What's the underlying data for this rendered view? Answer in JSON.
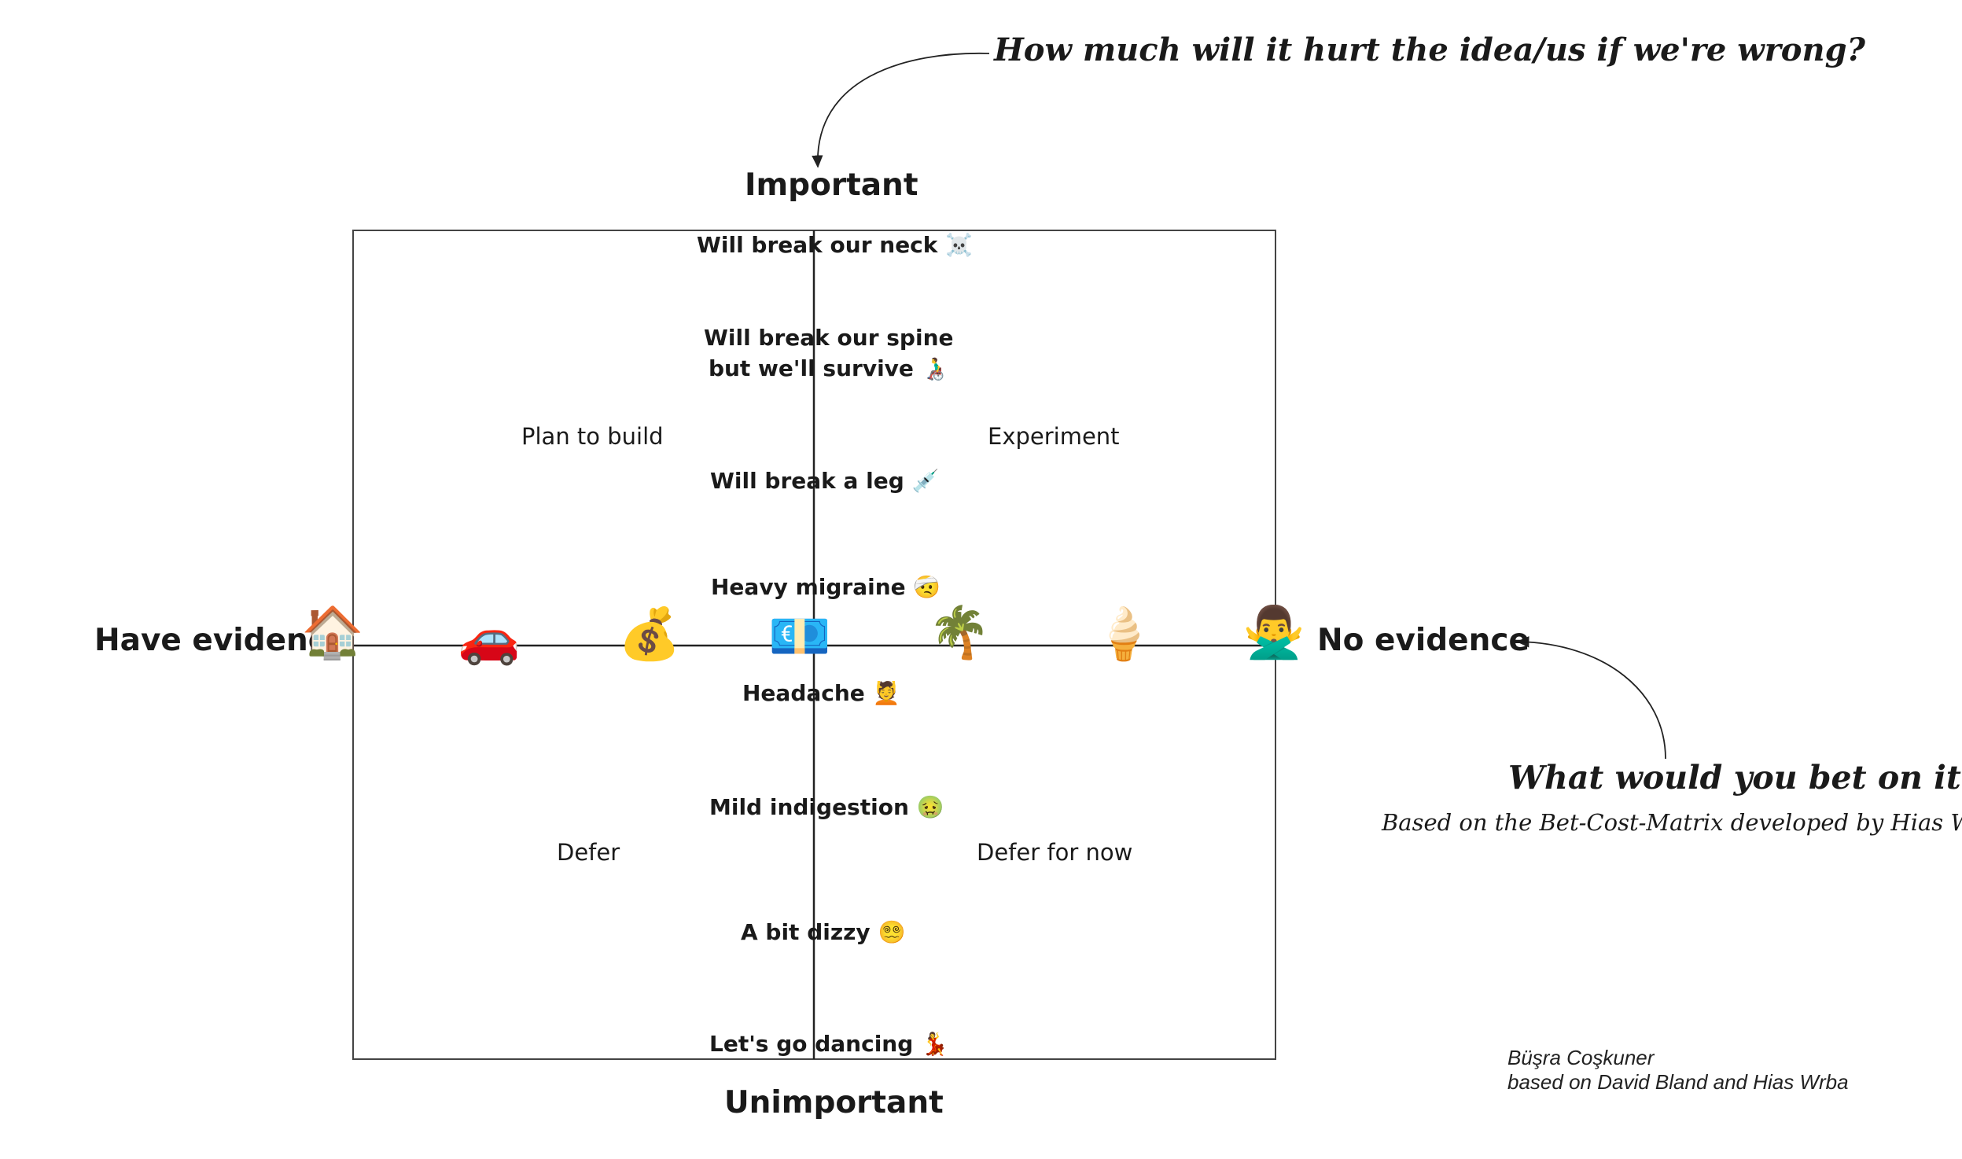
{
  "axes": {
    "top": "Important",
    "bottom": "Unimportant",
    "left": "Have evidence",
    "right": "No evidence"
  },
  "quadrants": {
    "top_left": "Plan to build",
    "top_right": "Experiment",
    "bottom_left": "Defer",
    "bottom_right": "Defer for now"
  },
  "importance_scale": [
    {
      "text": "Will break our neck",
      "emoji": "☠️"
    },
    {
      "text_line1": "Will break our spine",
      "text_line2": "but we'll survive",
      "emoji": "👨‍🦽"
    },
    {
      "text": "Will break a leg",
      "emoji": "💉"
    },
    {
      "text": "Heavy migraine",
      "emoji": "🤕"
    },
    {
      "text": "Headache",
      "emoji": "💆"
    },
    {
      "text": "Mild indigestion",
      "emoji": "🤢"
    },
    {
      "text": "A bit dizzy",
      "emoji": "😵‍💫"
    },
    {
      "text": "Let's go dancing",
      "emoji": "💃"
    }
  ],
  "evidence_scale_icons": [
    {
      "emoji": "🏠",
      "icon": "house-icon"
    },
    {
      "emoji": "🚗",
      "icon": "car-icon"
    },
    {
      "emoji": "💰",
      "icon": "money-bag-icon"
    },
    {
      "emoji": "💶",
      "icon": "euro-banknote-icon"
    },
    {
      "emoji": "🌴",
      "icon": "palm-tree-icon"
    },
    {
      "emoji": "🍦",
      "icon": "ice-cream-icon"
    },
    {
      "emoji": "🙅‍♂️",
      "icon": "no-gesture-icon"
    }
  ],
  "annotations": {
    "top_question": "How much will it hurt the idea/us if we're wrong?",
    "right_question": "What would you bet on it?",
    "right_subtitle": "Based on the Bet-Cost-Matrix developed by Hias Wrba"
  },
  "credit": {
    "line1": "Büşra Coşkuner",
    "line2": "based on David Bland and Hias Wrba"
  },
  "colors": {
    "line": "#333333",
    "text": "#1a1a1a"
  }
}
